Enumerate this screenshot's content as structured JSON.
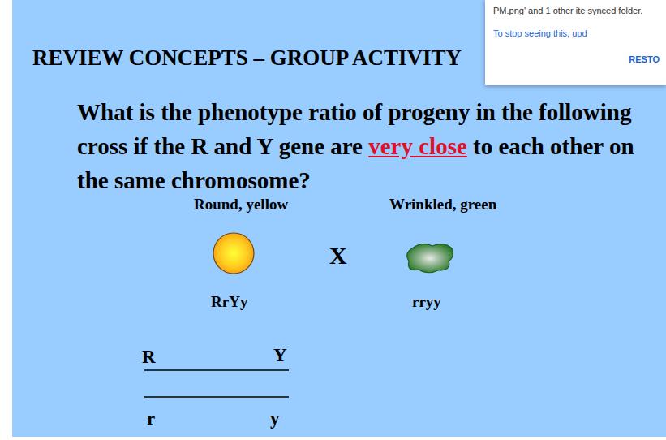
{
  "diagram": {
    "title": "REVIEW CONCEPTS – GROUP ACTIVITY",
    "nodes": [
      {
        "text": [
          "PM.png' and 1 other ite synced folder.",
          "To stop seeing this, upd",
          "RESTO"
        ]
      }
    ],
    "labels": [
      "What is the phenotype ratio of progeny in the following cross if the R and Y gene are",
      "very close",
      "to each other on the same chromosome?",
      "Round, yellow",
      "Wrinkled, green",
      "X",
      "RrYy",
      "rryy",
      "R",
      "Y",
      "r",
      "y"
    ]
  }
}
